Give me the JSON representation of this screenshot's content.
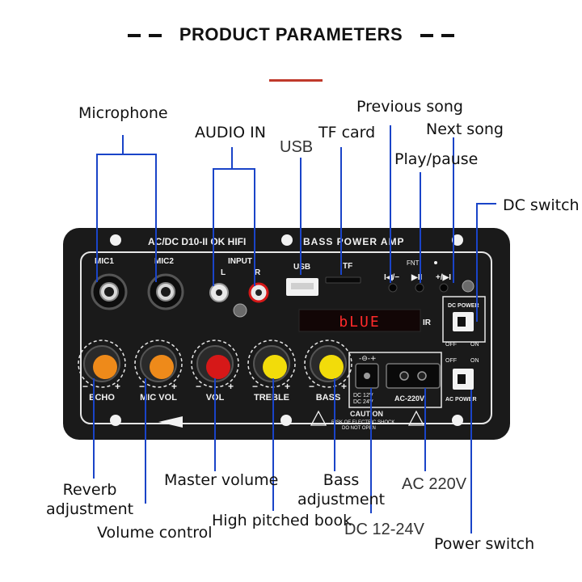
{
  "header": {
    "title": "PRODUCT PARAMETERS"
  },
  "colors": {
    "accent_line": "#c0392b",
    "leader_lines": "#1a44c8",
    "panel": "#1a1a1a",
    "panel_border": "#e6e6e6",
    "display_red": "#e02020",
    "knob_orange": "#ee8a1a",
    "knob_red": "#d61818",
    "knob_yellow": "#f2dc0a"
  },
  "callouts": {
    "microphone": "Microphone",
    "audio_in": "AUDIO IN",
    "usb": "USB",
    "tf_card": "TF card",
    "previous_song": "Previous song",
    "next_song": "Next song",
    "play_pause": "Play/pause",
    "dc_switch": "DC switch",
    "reverb": "Reverb\nadjustment",
    "volume_control": "Volume control",
    "master_volume": "Master volume",
    "high_pitched": "High pitched book",
    "bass": "Bass\nadjustment",
    "dc_voltage": "DC 12-24V",
    "ac_voltage": "AC 220V",
    "power_switch": "Power switch"
  },
  "panel": {
    "model": "AC/DC D10-II OK HIFI",
    "brand": "BASS POWER AMP",
    "mic1": "MIC1",
    "mic2": "MIC2",
    "input": "INPUT",
    "input_l": "L",
    "input_r": "R",
    "usb": "USB",
    "tf": "TF",
    "fnt": "FNT",
    "btn_prev": "I◀/−",
    "btn_play": "▶II",
    "btn_next": "+/▶I",
    "display_text": "bLUE",
    "ir": "IR",
    "dc_power": "DC POWER",
    "off": "OFF",
    "on": "ON",
    "ac_power": "AC POWER",
    "dc_spec_1": "DC 12V",
    "dc_spec_2": "DC 24V",
    "ac_label": "AC-220V",
    "knob_echo": "ECHO",
    "knob_mic_vol": "MIC VOL",
    "knob_vol": "VOL",
    "knob_treble": "TREBLE",
    "knob_bass": "BASS",
    "minus": "−",
    "plus": "+",
    "caution": "CAUTION",
    "caution_1": "RISK OF ELECTRIC SHOCK",
    "caution_2": "DO NOT OPEN"
  }
}
